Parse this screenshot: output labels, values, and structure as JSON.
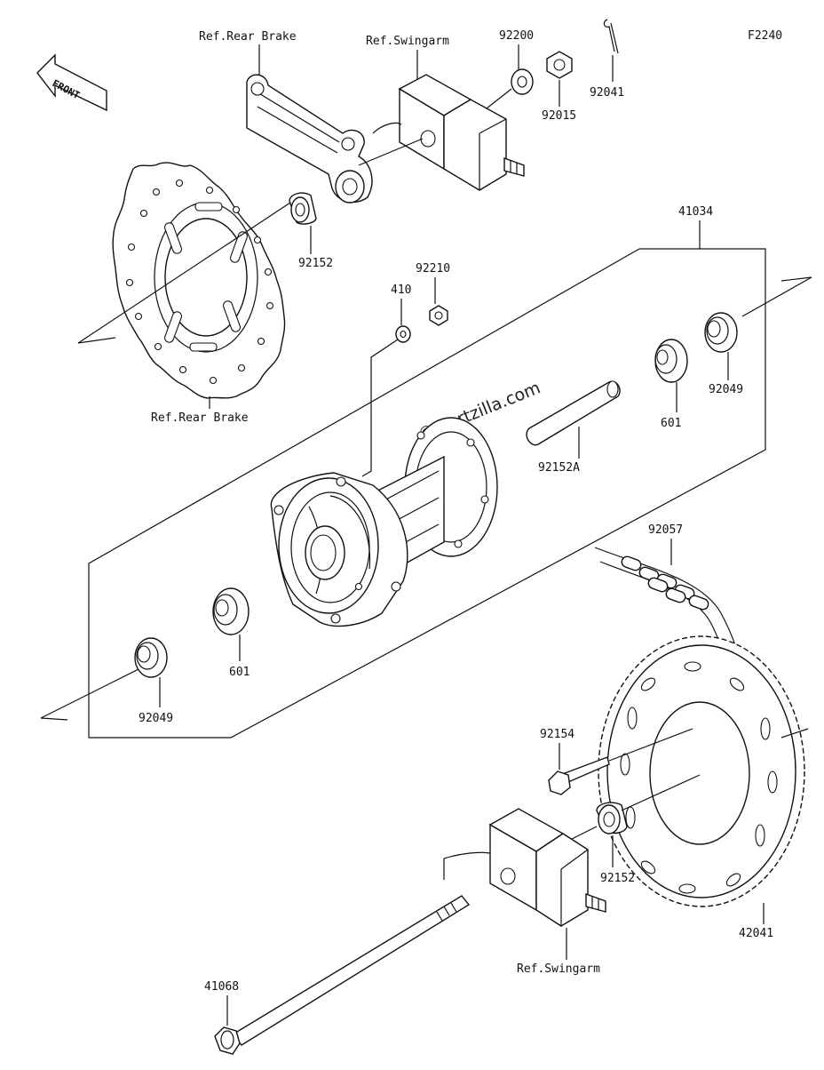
{
  "diagram": {
    "code": "F2240",
    "front_label": "FRONT",
    "watermark": "© Partzilla.com",
    "labels": {
      "ref_rear_brake_top": "Ref.Rear Brake",
      "ref_swingarm_top": "Ref.Swingarm",
      "p92200": "92200",
      "p92015": "92015",
      "p92041": "92041",
      "p92152_top": "92152",
      "ref_rear_brake_bottom": "Ref.Rear Brake",
      "p92210": "92210",
      "p410": "410",
      "p41034": "41034",
      "p92049_right": "92049",
      "p601_right": "601",
      "p92152A": "92152A",
      "p92057": "92057",
      "p601_left": "601",
      "p92049_left": "92049",
      "p92154": "92154",
      "p92152_bottom": "92152",
      "p42041": "42041",
      "ref_swingarm_bottom": "Ref.Swingarm",
      "p41068": "41068"
    }
  }
}
